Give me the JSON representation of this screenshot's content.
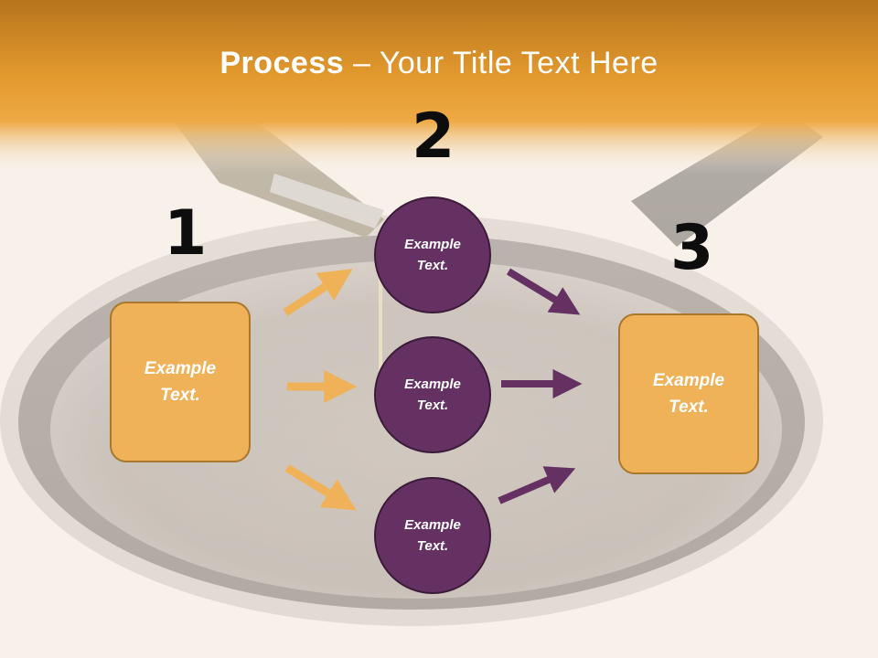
{
  "slide": {
    "title_bold": "Process",
    "title_rest": " – Your Title Text Here"
  },
  "steps": [
    {
      "number": "1",
      "label": "Example\nText."
    },
    {
      "number": "2",
      "labels": [
        "Example\nText.",
        "Example\nText.",
        "Example\nText."
      ]
    },
    {
      "number": "3",
      "label": "Example\nText."
    }
  ],
  "colors": {
    "header": "#e9a23a",
    "box_fill": "#efb258",
    "circle_fill": "#653162",
    "arrow_orange": "#efb258",
    "arrow_purple": "#653162"
  }
}
